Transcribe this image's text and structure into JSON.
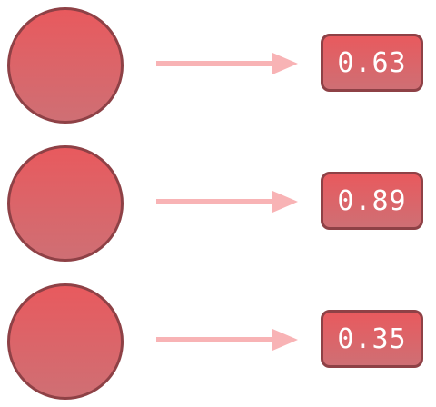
{
  "colors": {
    "node_fill_top": "#e85a5e",
    "node_fill_bottom": "#cf6f74",
    "node_border": "#8e4146",
    "arrow": "#f8b3b5",
    "value_text": "#ffffff"
  },
  "rows": [
    {
      "value": "0.63"
    },
    {
      "value": "0.89"
    },
    {
      "value": "0.35"
    }
  ]
}
